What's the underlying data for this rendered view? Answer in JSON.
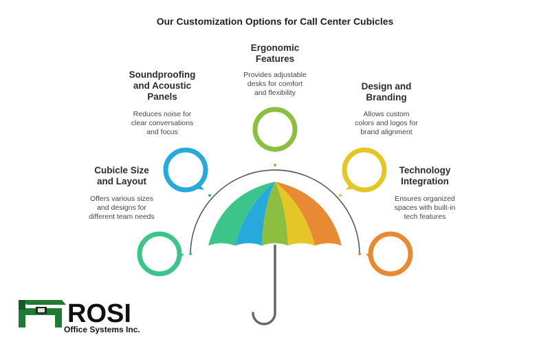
{
  "title": "Our Customization Options for Call Center Cubicles",
  "options": [
    {
      "heading": "Cubicle Size\nand Layout",
      "description": "Offers various sizes\nand designs for\ndifferent team needs",
      "color": "#3cc48a"
    },
    {
      "heading": "Soundproofing\nand Acoustic\nPanels",
      "description": "Reduces noise for\nclear conversations\nand focus",
      "color": "#28a9dc"
    },
    {
      "heading": "Ergonomic\nFeatures",
      "description": "Provides adjustable\ndesks for comfort\nand flexibility",
      "color": "#8cbf3f"
    },
    {
      "heading": "Design and\nBranding",
      "description": "Allows custom\ncolors and logos for\nbrand alignment",
      "color": "#e4c726"
    },
    {
      "heading": "Technology\nIntegration",
      "description": "Ensures organized\nspaces with built-in\ntech features",
      "color": "#e78a33"
    }
  ],
  "logo": {
    "name": "ROSI",
    "subtitle": "Office Systems Inc.",
    "color": "#1e7a35"
  }
}
